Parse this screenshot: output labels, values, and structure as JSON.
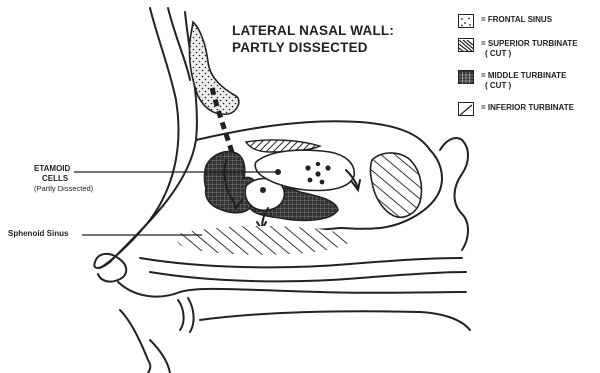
{
  "title": {
    "line1": "LATERAL NASAL WALL:",
    "line2": "PARTLY DISSECTED"
  },
  "legend": [
    {
      "icon": "dotted-pattern",
      "text": "= FRONTAL SINUS",
      "sub": ""
    },
    {
      "icon": "diagonal-hatch-pattern",
      "text": "= SUPERIOR TURBINATE",
      "sub": "( CUT )"
    },
    {
      "icon": "grid-pattern",
      "text": "= MIDDLE TURBINATE",
      "sub": "( CUT )"
    },
    {
      "icon": "single-diagonal-pattern",
      "text": "= INFERIOR TURBINATE",
      "sub": ""
    }
  ],
  "labels": {
    "ethmoid_line1": "ETAMOID",
    "ethmoid_line2": "CELLS",
    "ethmoid_line3": "(Partly Dissected)",
    "sphenoid": "Sphenoid Sinus"
  },
  "colors": {
    "ink": "#222222",
    "background": "#ffffff"
  }
}
